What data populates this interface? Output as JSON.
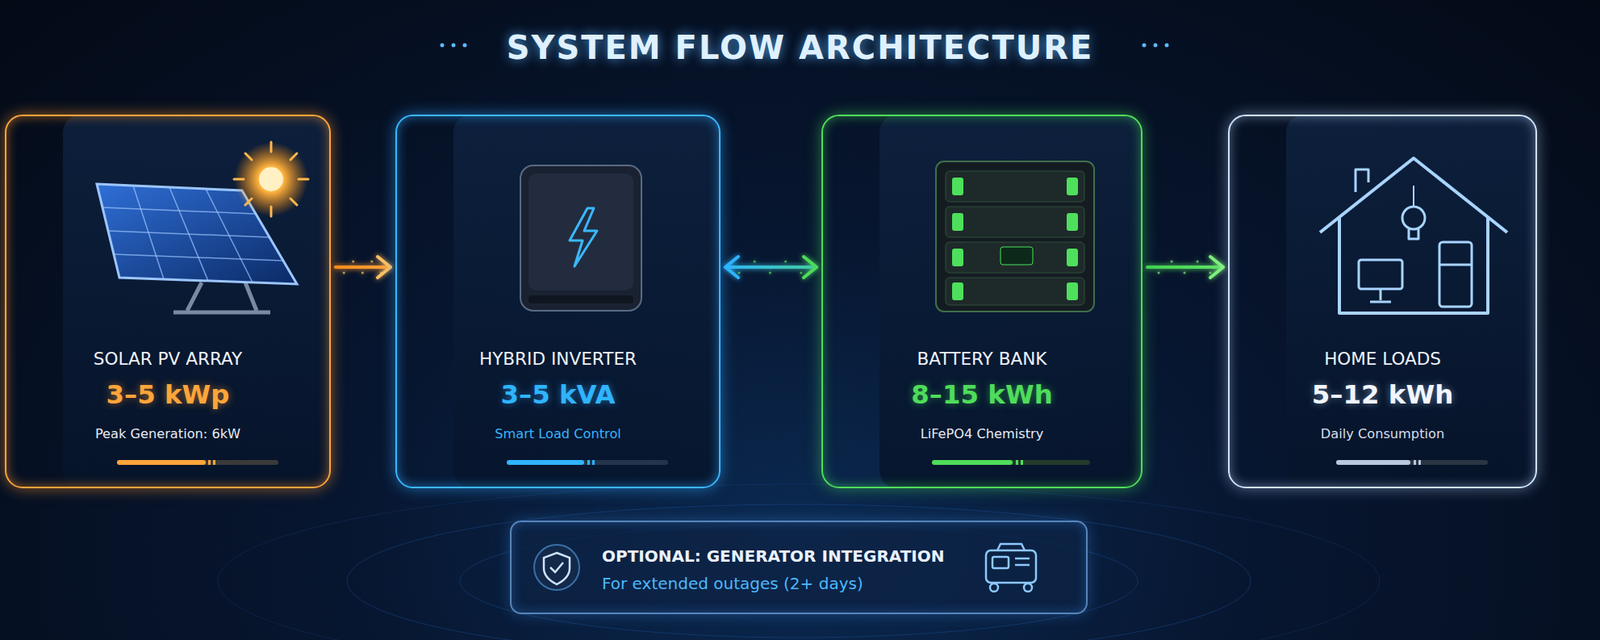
{
  "diagram": {
    "title": "SYSTEM FLOW ARCHITECTURE",
    "nodes": [
      {
        "text": [
          "SOLAR PV ARRAY",
          "3–5 kWp",
          "Peak Generation: 6kW"
        ]
      },
      {
        "text": [
          "HYBRID INVERTER",
          "3–5 kVA",
          "Smart Load Control"
        ]
      },
      {
        "text": [
          "BATTERY BANK",
          "8–15 kWh",
          "LiFePO4 Chemistry"
        ]
      },
      {
        "text": [
          "HOME LOADS",
          "5–12 kWh",
          "Daily Consumption"
        ]
      },
      {
        "text": [
          "OPTIONAL: GENERATOR INTEGRATION",
          "For extended outages (2+ days)"
        ]
      }
    ],
    "edges": [
      {
        "from": 0,
        "to": 1,
        "arrow": "to"
      },
      {
        "from": 1,
        "to": 2,
        "arrow": "both"
      },
      {
        "from": 2,
        "to": 3,
        "arrow": "to"
      }
    ]
  }
}
